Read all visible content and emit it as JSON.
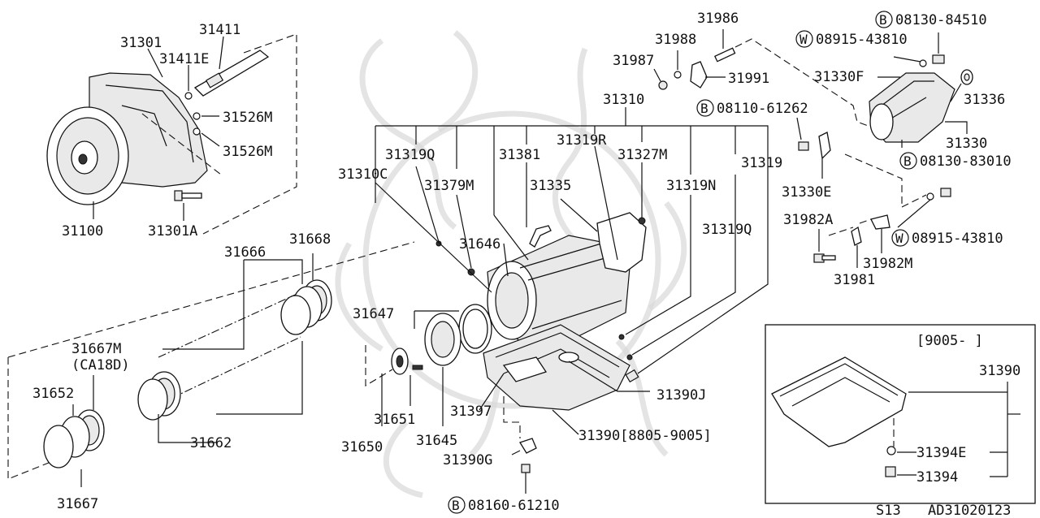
{
  "diagram": {
    "parts": {
      "p31301": "31301",
      "p31411": "31411",
      "p31411E": "31411E",
      "p31526M_a": "31526M",
      "p31526M_b": "31526M",
      "p31100": "31100",
      "p31301A": "31301A",
      "p31666": "31666",
      "p31668": "31668",
      "p31667M": "31667M",
      "p31667M_sub": "(CA18D)",
      "p31652": "31652",
      "p31662": "31662",
      "p31667": "31667",
      "p31647": "31647",
      "p31646": "31646",
      "p31650": "31650",
      "p31651": "31651",
      "p31645": "31645",
      "p31310C": "31310C",
      "p31319Q_a": "31319Q",
      "p31379M": "31379M",
      "p31381": "31381",
      "p31335": "31335",
      "p31319R": "31319R",
      "p31327M": "31327M",
      "p31319N": "31319N",
      "p31319": "31319",
      "p31319Q_b": "31319Q",
      "p31310": "31310",
      "p31987": "31987",
      "p31988": "31988",
      "p31986": "31986",
      "p31991": "31991",
      "p31397": "31397",
      "p31390J": "31390J",
      "p31390_8805": "31390[8805-9005]",
      "p31390G": "31390G",
      "p31330F": "31330F",
      "p31336": "31336",
      "p31330": "31330",
      "p31330E": "31330E",
      "p31982A": "31982A",
      "p31981": "31981",
      "p31982M": "31982M",
      "p31390": "31390",
      "p31394E": "31394E",
      "p31394": "31394"
    },
    "fasteners": {
      "b08130_84510": "08130-84510",
      "w08915_43810_a": "08915-43810",
      "b08110_61262": "08110-61262",
      "b08130_83010": "08130-83010",
      "w08915_43810_b": "08915-43810",
      "b08160_61210": "08160-61210",
      "b_mark": "B",
      "w_mark": "W"
    },
    "inset": {
      "date_range": "[9005-    ]"
    },
    "footer": {
      "model": "S13",
      "diagram_code": "AD31020123"
    }
  }
}
